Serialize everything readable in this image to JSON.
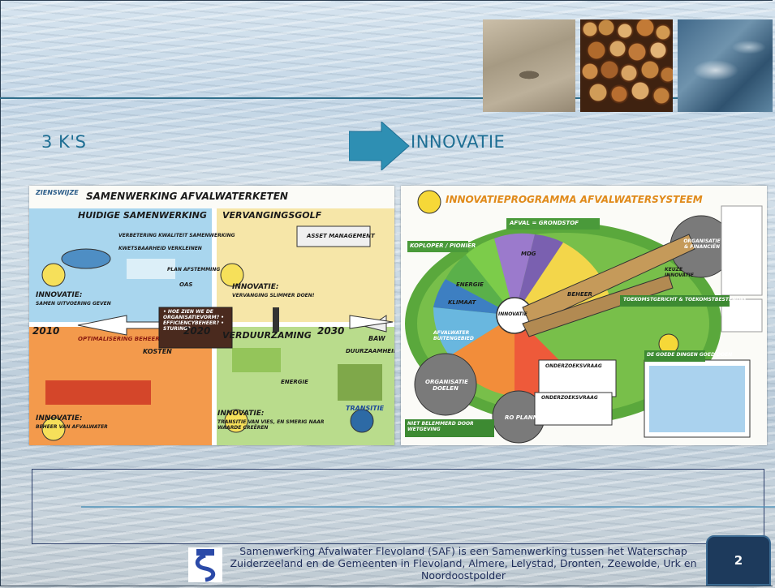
{
  "slide": {
    "heading_left": "3 K'S",
    "heading_right": "INNOVATIE",
    "page_number": "2",
    "footer_text": "Samenwerking Afvalwater Flevoland (SAF) is een Samenwerking tussen het Waterschap Zuiderzeeland en de Gemeenten in Flevoland, Almere, Lelystad, Dronten, Zeewolde, Urk en Noordoostpolder",
    "photos": [
      "wood-texture-photo",
      "stacked-logs-photo",
      "water-wave-photo"
    ]
  },
  "left_panel": {
    "title": "SAMENWERKING AFVALWATERKETEN",
    "ziensmijze": "ZIENSWIJZE",
    "quadrants": {
      "top_left": "HUIDIGE SAMENWERKING",
      "top_right": "VERVANGINGSGOLF",
      "bottom_right": "VERDUURZAMING"
    },
    "labels": {
      "asset": "ASSET MANAGEMENT",
      "plan": "PLAN AFSTEMMING",
      "oas": "OAS",
      "verbetering": "VERBETERING KWALITEIT SAMENWERKING",
      "kwetsbaarheid": "KWETSBAARHEID VERKLEINEN",
      "optimalisering": "OPTIMALISERING BEHEER",
      "kosten": "KOSTEN",
      "innovatie1": "INNOVATIE:",
      "innovatie1_sub": "SAMEN UITVOERING GEVEN",
      "innovatie2": "INNOVATIE:",
      "innovatie2_sub": "VERVANGING SLIMMER DOEN!",
      "innovatie3": "INNOVATIE:",
      "innovatie3_sub": "BEHEER VAN AFVALWATER",
      "innovatie4": "INNOVATIE:",
      "innovatie4_sub": "TRANSITIE VAN VIES, EN SMERIG NAAR WAARDE CREËREN",
      "questions": "• HOE ZIEN WE DE ORGANISATIEVORM? • EFFICIENCYBEHEER? • STURING?",
      "duurzaamheid": "DUURZAAMHEID",
      "energie": "ENERGIE",
      "transitie": "TRANSITIE",
      "baw": "BAW",
      "year_2010": "2010",
      "year_2020": "2020",
      "year_2030": "2030"
    }
  },
  "right_panel": {
    "title": "INNOVATIEPROGRAMMA AFVALWATERSYSTEEM",
    "labels": {
      "afval_grondstof": "AFVAL = GRONDSTOF",
      "koploper": "KOPLOPER / PIONIER",
      "organisatie_financien": "ORGANISATIE & FINANCIËN",
      "beheer": "BEHEER",
      "mdg": "MDG",
      "klimaat": "KLIMAAT",
      "energie": "ENERGIE",
      "innovatie": "INNOVATIE",
      "afvalwater_buitengebied": "AFVALWATER BUITENGEBIED",
      "onderzoeksvraag1": "ONDERZOEKSVRAAG",
      "onderzoeksvraag2": "ONDERZOEKSVRAAG",
      "toekomstgericht": "TOEKOMSTGERICHT & TOEKOMSTBESTENDIG",
      "organisatie_doelen": "ORGANISATIE DOELEN",
      "ro_plannen": "RO PLANNEN",
      "niet_belemmerd": "NIET BELEMMERD DOOR WETGEVING",
      "goede_dingen": "DE GOEDE DINGEN GOED DOEN",
      "keuze": "KEUZE INNOVATIE"
    }
  },
  "colors": {
    "heading": "#1f6f94",
    "arrow": "#2e8fb3",
    "page_badge": "#1d3a5c"
  }
}
